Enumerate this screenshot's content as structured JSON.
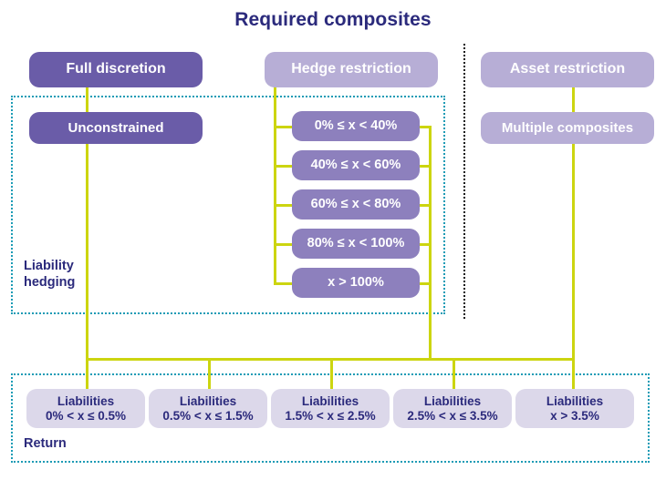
{
  "title": "Required composites",
  "colors": {
    "title": "#2b2a7c",
    "connector": "#ccd510",
    "region_border": "#1b9bb5",
    "separator": "#1a1a1a",
    "node_dark": "#6a5ca8",
    "node_mid": "#8d80bd",
    "node_light": "#b7aed6",
    "node_pale": "#dcd8ea",
    "node_pale_text": "#2b2a7c"
  },
  "regions": {
    "liability_hedging": {
      "label": "Liability\nhedging"
    },
    "return": {
      "label": "Return"
    }
  },
  "columns": [
    {
      "header": "Full discretion",
      "child": "Unconstrained"
    },
    {
      "header": "Hedge restriction",
      "child": null
    },
    {
      "header": "Asset restriction",
      "child": "Multiple composites"
    }
  ],
  "hedge_ranges": [
    {
      "label": "0% ≤ x < 40%"
    },
    {
      "label": "40% ≤ x < 60%"
    },
    {
      "label": "60% ≤ x < 80%"
    },
    {
      "label": "80% ≤ x < 100%"
    },
    {
      "label": "x > 100%"
    }
  ],
  "liability_buckets": [
    {
      "title": "Liabilities",
      "range": "0% < x ≤ 0.5%"
    },
    {
      "title": "Liabilities",
      "range": "0.5% < x ≤ 1.5%"
    },
    {
      "title": "Liabilities",
      "range": "1.5% < x ≤ 2.5%"
    },
    {
      "title": "Liabilities",
      "range": "2.5% < x ≤ 3.5%"
    },
    {
      "title": "Liabilities",
      "range": "x > 3.5%"
    }
  ]
}
